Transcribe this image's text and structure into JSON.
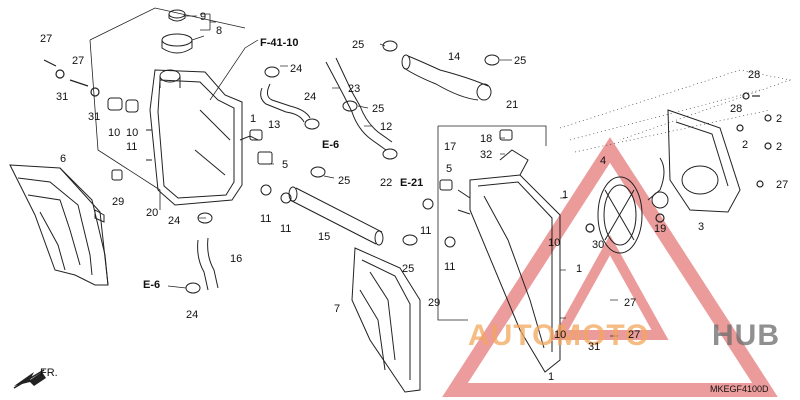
{
  "diagram": {
    "code": "MKEGF4100D",
    "front_marker": "FR.",
    "ref_labels": {
      "f41": "F-41-10",
      "e6a": "E-6",
      "e6b": "E-6",
      "e21": "E-21"
    },
    "part_numbers": {
      "p1a": "1",
      "p1b": "1",
      "p1c": "1",
      "p2a": "2",
      "p2b": "2",
      "p2c": "2",
      "p3": "3",
      "p4": "4",
      "p5a": "5",
      "p5b": "5",
      "p6": "6",
      "p7": "7",
      "p8": "8",
      "p9": "9",
      "p10a": "10",
      "p10b": "10",
      "p10c": "10",
      "p10d": "10",
      "p11a": "11",
      "p11b": "11",
      "p11c": "11",
      "p11d": "11",
      "p12": "12",
      "p13": "13",
      "p14": "14",
      "p15": "15",
      "p16": "16",
      "p17": "17",
      "p18": "18",
      "p19": "19",
      "p20": "20",
      "p21": "21",
      "p22": "22",
      "p23": "23",
      "p24a": "24",
      "p24b": "24",
      "p24c": "24",
      "p24d": "24",
      "p25a": "25",
      "p25b": "25",
      "p25c": "25",
      "p25d": "25",
      "p25e": "25",
      "p27a": "27",
      "p27b": "27",
      "p27c": "27",
      "p27d": "27",
      "p27e": "27",
      "p28a": "28",
      "p28b": "28",
      "p29a": "29",
      "p29b": "29",
      "p30": "30",
      "p31a": "31",
      "p31b": "31",
      "p31c": "31",
      "p32": "32"
    },
    "watermark": {
      "part1": "AUTO",
      "part2": "MOTO",
      "part3": "HUB"
    },
    "colors": {
      "line": "#222222",
      "accent": "#e05a5a",
      "watermark_orange": "#f2a65a",
      "watermark_gray": "#6b6b6b"
    }
  }
}
